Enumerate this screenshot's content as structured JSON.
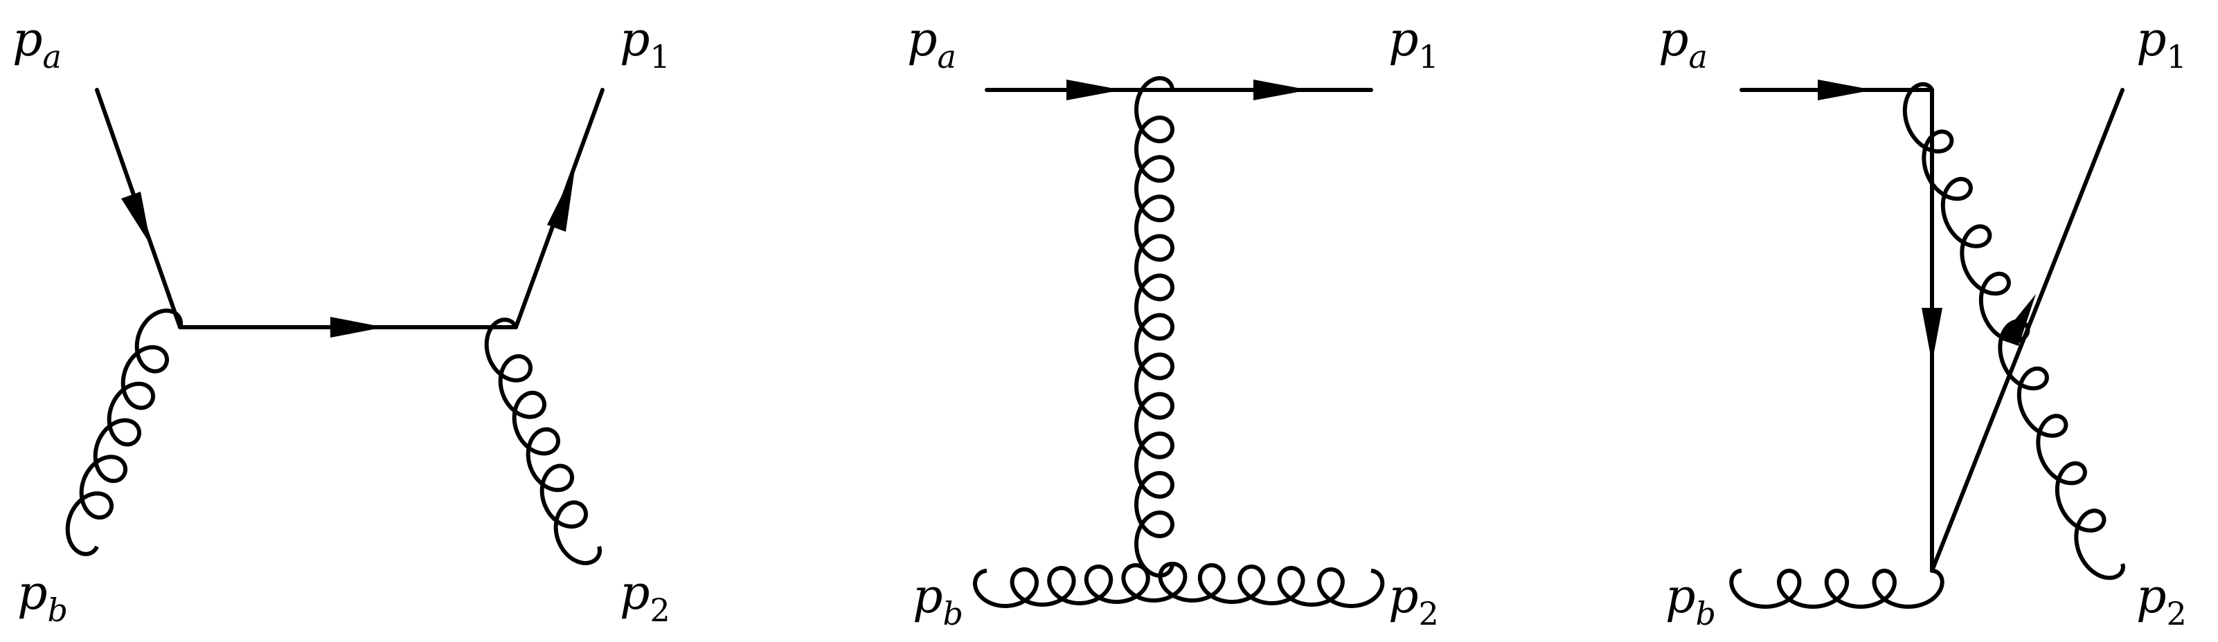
{
  "diagrams": [
    {
      "id": "s-channel",
      "labels": {
        "pa_base": "p",
        "pa_sub": "a",
        "pb_base": "p",
        "pb_sub": "b",
        "p1_base": "p",
        "p1_sub": "1",
        "p2_base": "p",
        "p2_sub": "2"
      }
    },
    {
      "id": "t-channel",
      "labels": {
        "pa_base": "p",
        "pa_sub": "a",
        "pb_base": "p",
        "pb_sub": "b",
        "p1_base": "p",
        "p1_sub": "1",
        "p2_base": "p",
        "p2_sub": "2"
      }
    },
    {
      "id": "u-channel",
      "labels": {
        "pa_base": "p",
        "pa_sub": "a",
        "pb_base": "p",
        "pb_sub": "b",
        "p1_base": "p",
        "p1_sub": "1",
        "p2_base": "p",
        "p2_sub": "2"
      }
    }
  ],
  "colors": {
    "ink": "#000000",
    "background": "#ffffff"
  }
}
